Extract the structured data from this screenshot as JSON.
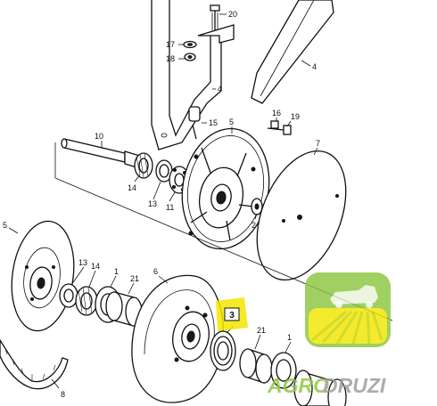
{
  "diagram": {
    "callouts": [
      {
        "id": "c20",
        "text": "20"
      },
      {
        "id": "c17",
        "text": "17"
      },
      {
        "id": "c18",
        "text": "18"
      },
      {
        "id": "c4a",
        "text": "4"
      },
      {
        "id": "c4b",
        "text": "4"
      },
      {
        "id": "c10",
        "text": "10"
      },
      {
        "id": "c15",
        "text": "15"
      },
      {
        "id": "c5a",
        "text": "5"
      },
      {
        "id": "c16",
        "text": "16"
      },
      {
        "id": "c19",
        "text": "19"
      },
      {
        "id": "c7",
        "text": "7"
      },
      {
        "id": "c14a",
        "text": "14"
      },
      {
        "id": "c13a",
        "text": "13"
      },
      {
        "id": "c11",
        "text": "11"
      },
      {
        "id": "c2",
        "text": "2"
      },
      {
        "id": "c5b",
        "text": "5"
      },
      {
        "id": "c13b",
        "text": "13"
      },
      {
        "id": "c14b",
        "text": "14"
      },
      {
        "id": "c1a",
        "text": "1"
      },
      {
        "id": "c21a",
        "text": "21"
      },
      {
        "id": "c6",
        "text": "6"
      },
      {
        "id": "c21b",
        "text": "21"
      },
      {
        "id": "c1b",
        "text": "1"
      },
      {
        "id": "c8",
        "text": "8"
      }
    ],
    "highlight": {
      "text": "3",
      "color": "#f2e600"
    }
  },
  "watermark": {
    "left": "AGRO",
    "right": "DRUZI",
    "green": "#8cc63f",
    "yellow": "#f2e600",
    "gray": "#9a9a9a"
  }
}
